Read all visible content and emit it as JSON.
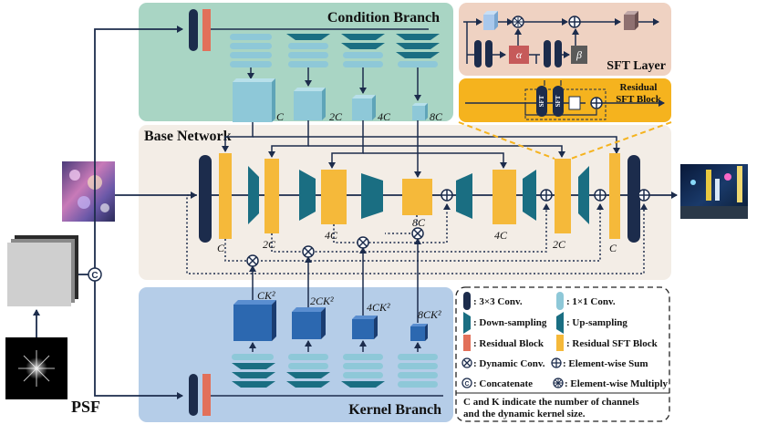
{
  "titles": {
    "condition_branch": "Condition Branch",
    "base_network": "Base Network",
    "kernel_branch": "Kernel Branch",
    "sft_layer": "SFT Layer",
    "residual_sft_block_line1": "Residual",
    "residual_sft_block_line2": "SFT Block",
    "psf": "PSF"
  },
  "symbols": {
    "alpha": "α",
    "beta": "β",
    "sft": "SFT",
    "concat": "C"
  },
  "condition_channels": [
    "C",
    "2C",
    "4C",
    "8C"
  ],
  "base_labels": {
    "enc1": "C",
    "enc2": "2C",
    "enc3": "4C",
    "mid": "8C",
    "dec3": "4C",
    "dec2": "2C",
    "dec1": "C"
  },
  "kernel_channels": [
    "CK²",
    "2CK²",
    "4CK²",
    "8CK²"
  ],
  "legend": {
    "conv3": ": 3×3 Conv.",
    "conv1": ": 1×1 Conv.",
    "down": ": Down-sampling",
    "up": ": Up-sampling",
    "residual": ": Residual Block",
    "residual_sft": ": Residual SFT Block",
    "dynconv": ": Dynamic Conv.",
    "sum": ": Element-wise Sum",
    "concatenate": ": Concatenate",
    "multiply": ": Element-wise Multiply",
    "note_line1": "C and K indicate the number of channels",
    "note_line2": "and the dynamic kernel size."
  },
  "colors": {
    "condition_bg": "#a9d5c4",
    "base_bg": "#f3ede6",
    "kernel_bg": "#b5cde8",
    "sft_bg": "#efd2c2",
    "res_sft_bg": "#f5b31e",
    "navy": "#1c2c4c",
    "teal": "#1a6e82",
    "light_blue": "#8ec8d8",
    "orange_block": "#f5b93a",
    "red_block": "#e2705a",
    "cube_blue": "#2c68b0"
  }
}
